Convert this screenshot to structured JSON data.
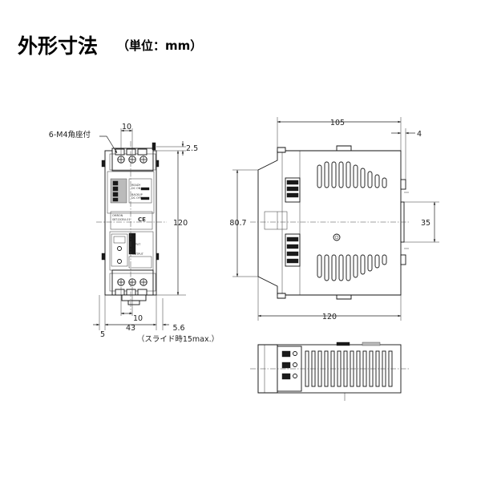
{
  "title": "外形寸法",
  "unit": "（単位：mm）",
  "front": {
    "terminal_note": "6-M4角座付",
    "dim_top_pitch": "10",
    "dim_top_offset": "2.5",
    "dim_height": "120",
    "dim_bottom_pitch": "10",
    "dim_width": "43",
    "dim_left": "5",
    "dim_slide": "5.6",
    "dim_slide_note": "（スライド時15max.）"
  },
  "side": {
    "dim_depth": "105",
    "dim_right": "4",
    "dim_height": "80.7",
    "dim_rail": "35",
    "dim_total": "120"
  }
}
